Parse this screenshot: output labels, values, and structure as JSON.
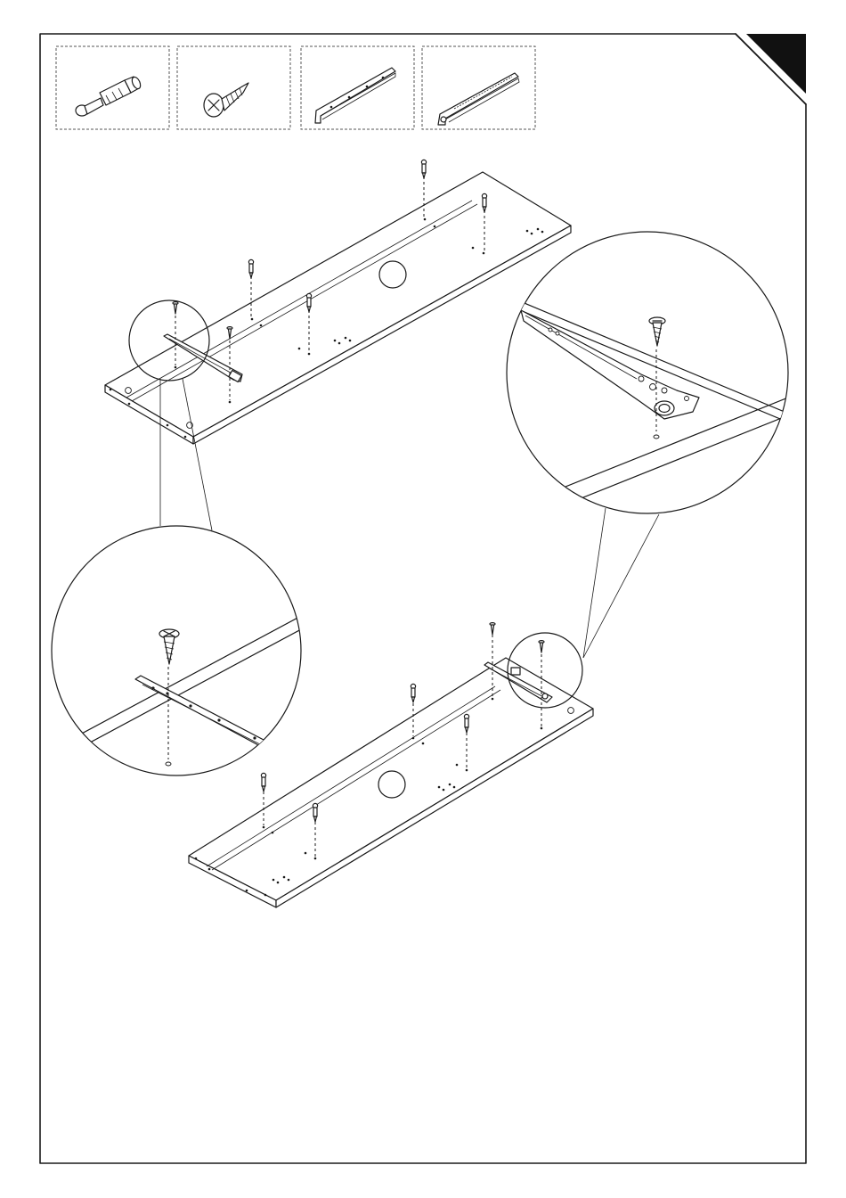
{
  "page": {
    "frame": "assembly-instruction-page",
    "corner_marker": "black-corner-tab"
  },
  "parts": [
    {
      "name": "cam-dowel",
      "icon": "cam-dowel-icon"
    },
    {
      "name": "wood-screw",
      "icon": "wood-screw-icon"
    },
    {
      "name": "drawer-runner-left",
      "icon": "drawer-runner-icon"
    },
    {
      "name": "drawer-runner-right",
      "icon": "drawer-runner-wheel-icon"
    }
  ],
  "colors": {
    "line": "#1a1a1a",
    "background": "#ffffff",
    "corner": "#111111"
  }
}
